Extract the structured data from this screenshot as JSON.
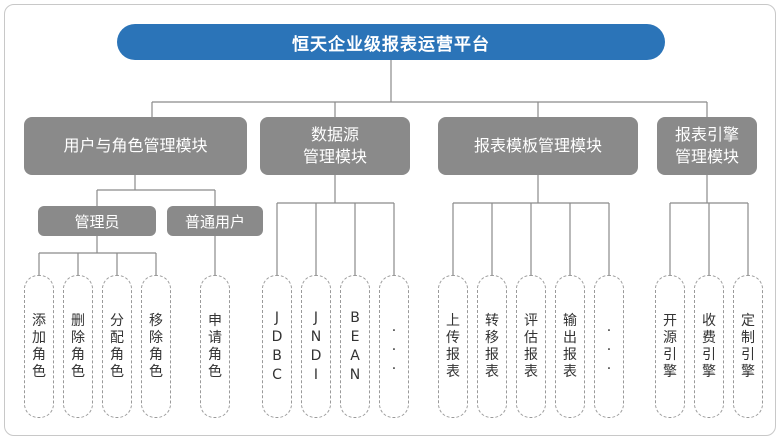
{
  "root": {
    "label": "恒天企业级报表运营平台"
  },
  "modules": [
    {
      "label": "用户与角色管理模块",
      "groups": [
        {
          "label": "管理员",
          "leaves": [
            "添加角色",
            "删除角色",
            "分配角色",
            "移除角色"
          ]
        },
        {
          "label": "普通用户",
          "leaves": [
            "申请角色"
          ]
        }
      ]
    },
    {
      "label": "数据源\n管理模块",
      "leaves": [
        "JDBC",
        "JNDI",
        "BEAN",
        "..."
      ]
    },
    {
      "label": "报表模板管理模块",
      "leaves": [
        "上传报表",
        "转移报表",
        "评估报表",
        "输出报表",
        "..."
      ]
    },
    {
      "label": "报表引擎\n管理模块",
      "leaves": [
        "开源引擎",
        "收费引擎",
        "定制引擎"
      ]
    }
  ],
  "colors": {
    "root": "#2b74b8",
    "module": "#8a8a8a",
    "line": "#8a8a8a",
    "leaf_border": "#9a9a9a"
  }
}
